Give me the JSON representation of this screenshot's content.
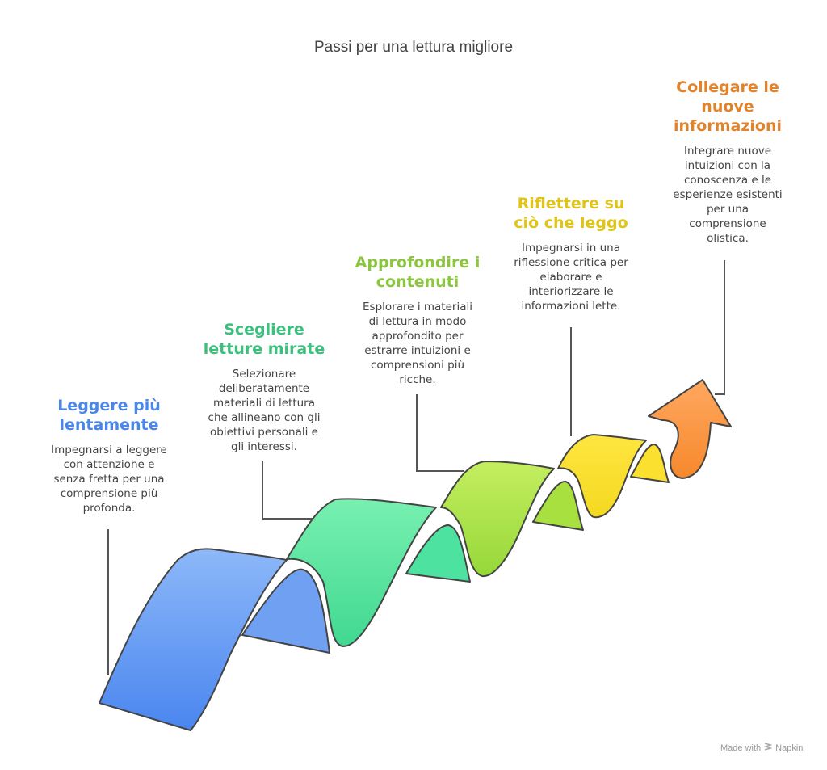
{
  "title": "Passi per una lettura migliore",
  "steps": [
    {
      "heading": "Leggere più lentamente",
      "heading_lines": [
        "Leggere più",
        "lentamente"
      ],
      "description_lines": [
        "Impegnarsi a leggere",
        "con attenzione e",
        "senza fretta per una",
        "comprensione più",
        "profonda."
      ],
      "color": "#4a86e8"
    },
    {
      "heading": "Scegliere letture mirate",
      "heading_lines": [
        "Scegliere",
        "letture mirate"
      ],
      "description_lines": [
        "Selezionare",
        "deliberatamente",
        "materiali di lettura",
        "che allineano con gli",
        "obiettivi personali e",
        "gli interessi."
      ],
      "color": "#3dbf7e"
    },
    {
      "heading": "Approfondire i contenuti",
      "heading_lines": [
        "Approfondire i",
        "contenuti"
      ],
      "description_lines": [
        "Esplorare i materiali",
        "di lettura in modo",
        "approfondito per",
        "estrarre intuizioni e",
        "comprensioni più",
        "ricche."
      ],
      "color": "#8cc63f"
    },
    {
      "heading": "Riflettere su ciò che leggo",
      "heading_lines": [
        "Riflettere su",
        "ciò che leggo"
      ],
      "description_lines": [
        "Impegnarsi in una",
        "riflessione critica per",
        "elaborare e",
        "interiorizzare le",
        "informazioni lette."
      ],
      "color": "#e0c41a"
    },
    {
      "heading": "Collegare le nuove informazioni",
      "heading_lines": [
        "Collegare le",
        "nuove",
        "informazioni"
      ],
      "description_lines": [
        "Integrare nuove",
        "intuizioni con la",
        "conoscenza e le",
        "esperienze esistenti",
        "per una",
        "comprensione",
        "olistica."
      ],
      "color": "#e0832a"
    }
  ],
  "footer": {
    "made_with": "Made with",
    "brand": "Napkin",
    "logo_icon": "napkin-logo-icon"
  }
}
